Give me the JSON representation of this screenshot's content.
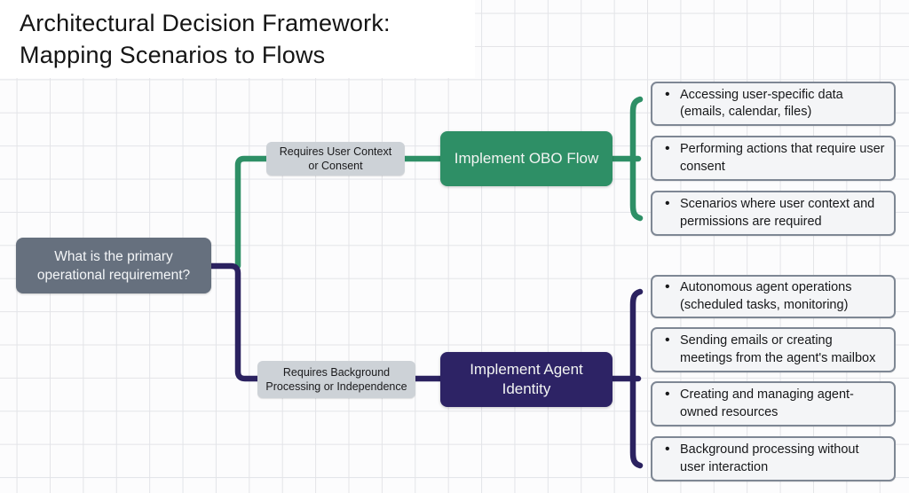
{
  "title": {
    "line1": "Architectural Decision Framework:",
    "line2": "Mapping Scenarios to Flows"
  },
  "root": {
    "question": "What is the primary operational requirement?"
  },
  "branches": [
    {
      "condition": "Requires User Context or Consent",
      "action": "Implement OBO Flow",
      "outcomes": [
        "Accessing user-specific data (emails, calendar, files)",
        "Performing actions that require user consent",
        "Scenarios where user context and permissions are required"
      ]
    },
    {
      "condition": "Requires Background Processing or Independence",
      "action": "Implement Agent Identity",
      "outcomes": [
        "Autonomous agent operations (scheduled tasks, monitoring)",
        "Sending emails or creating meetings from the agent's mailbox",
        "Creating and managing agent-owned resources",
        "Background processing without user interaction"
      ]
    }
  ],
  "colors": {
    "obo_green": "#2e8f66",
    "agent_navy": "#2b2260",
    "root_gray": "#66707e",
    "condition_gray": "#cdd2d7",
    "outcome_bg": "#f4f5f7",
    "outcome_border": "#7e8794",
    "grid_line": "#e3e4e8"
  }
}
